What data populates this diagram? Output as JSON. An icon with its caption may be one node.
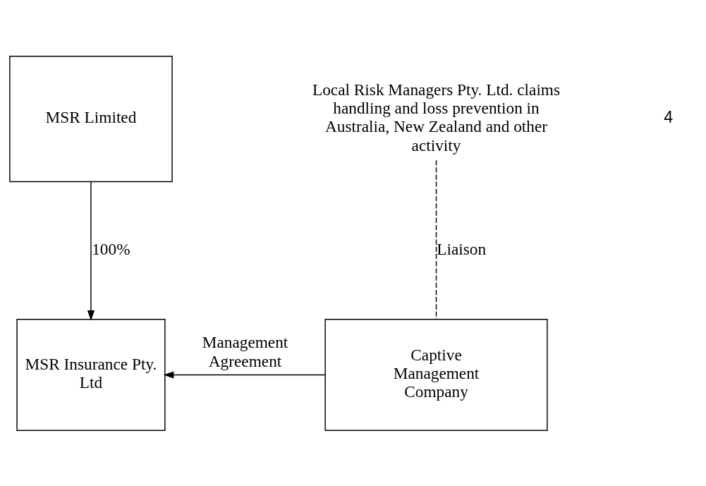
{
  "diagram": {
    "nodes": [
      {
        "text": [
          "MSR Limited"
        ]
      },
      {
        "text": [
          "MSR Insurance Pty. Ltd"
        ]
      },
      {
        "text": [
          "Local Risk Managers Pty. Ltd. claims handling and loss prevention in Australia, New Zealand and other activity"
        ]
      },
      {
        "text": [
          "Captive Management Company"
        ]
      }
    ],
    "edges": [
      {
        "from": 0,
        "to": 1,
        "arrow": "to",
        "label": "100%"
      },
      {
        "from": 3,
        "to": 1,
        "arrow": "to",
        "label": "Management Agreement"
      },
      {
        "from": 3,
        "to": 2,
        "arrow": "none",
        "label": "Liaison",
        "style": "dashed"
      }
    ],
    "labels": [
      "4"
    ]
  }
}
